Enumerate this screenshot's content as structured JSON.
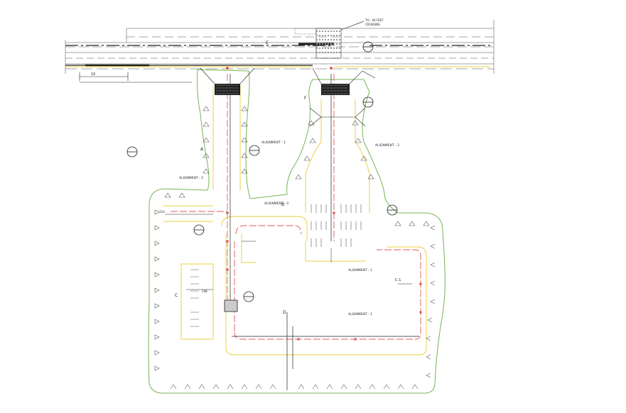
{
  "drawing": {
    "labels": {
      "top_note_1": "TO - 04 FEET",
      "top_note_2": "CROSSING",
      "alignment_1_top": "ALIGNMENT - 1",
      "alignment_2_top": "ALIGNMENT - 2",
      "alignment_2_left": "ALIGNMENT - 2",
      "alignment_3": "ALIGNMENT - 3",
      "alignment_1_mid": "ALIGNMENT - 1",
      "alignment_1_bottom": "ALIGNMENT - 1",
      "road_dim": "10",
      "section_a": "A",
      "section_b": "B",
      "section_c": "C",
      "section_d": "D",
      "section_e": "E",
      "section_f": "F",
      "section_c2": "C-1",
      "dim_110": "110",
      "dim_148": "148"
    },
    "colors": {
      "boundary": "#78b454",
      "road": "#8a8a8a",
      "alignment": "#e05a5a",
      "edge": "#e0c000",
      "ink": "#222222",
      "hatch": "#222222"
    }
  }
}
